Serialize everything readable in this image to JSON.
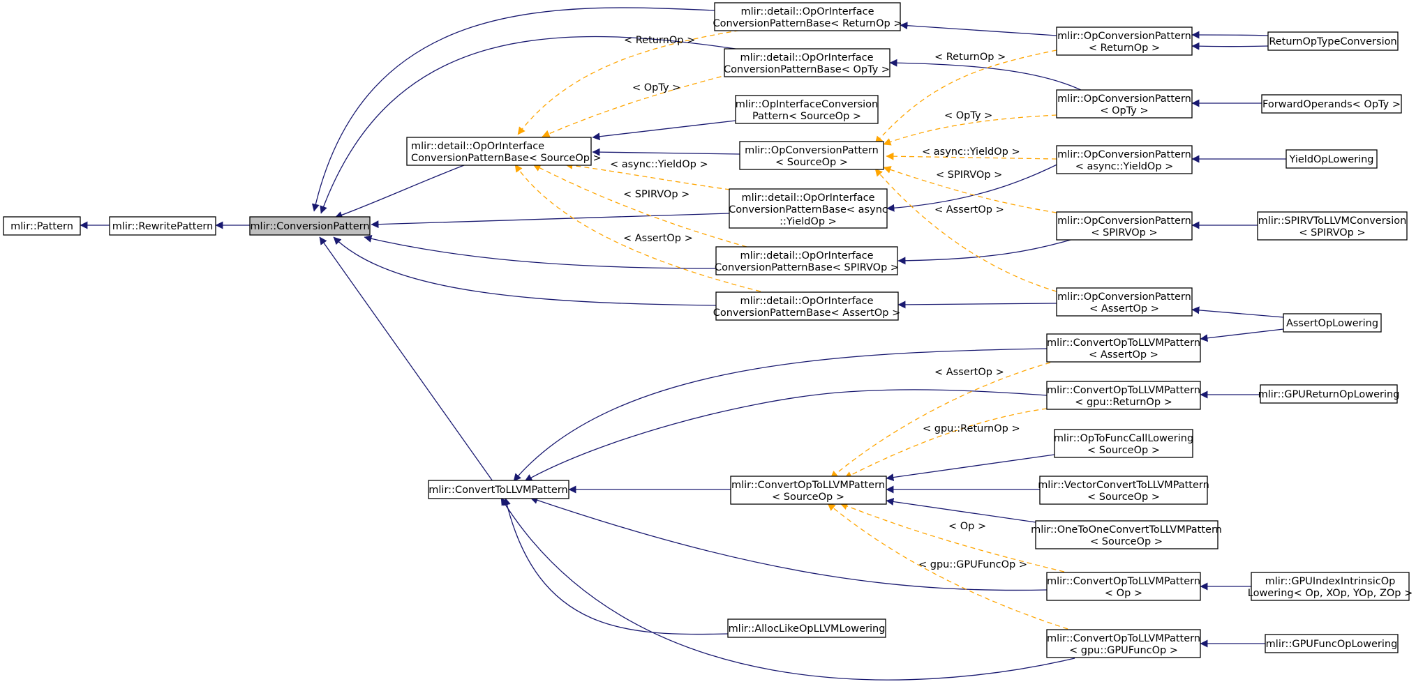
{
  "colors": {
    "inherit_edge": "#191970",
    "template_edge": "#FFA500",
    "highlight_fill": "#bfbfbf"
  },
  "nodes": {
    "pattern": [
      "mlir::Pattern"
    ],
    "rewrite_pattern": [
      "mlir::RewritePattern"
    ],
    "conversion_pattern": [
      "mlir::ConversionPattern"
    ],
    "base_sourceop": [
      "mlir::detail::OpOrInterface",
      "ConversionPatternBase< SourceOp >"
    ],
    "base_returnop": [
      "mlir::detail::OpOrInterface",
      "ConversionPatternBase< ReturnOp >"
    ],
    "base_opty": [
      "mlir::detail::OpOrInterface",
      "ConversionPatternBase< OpTy >"
    ],
    "opinterface_conv": [
      "mlir::OpInterfaceConversion",
      "Pattern< SourceOp >"
    ],
    "ocp_sourceop": [
      "mlir::OpConversionPattern",
      "< SourceOp >"
    ],
    "base_yieldop": [
      "mlir::detail::OpOrInterface",
      "ConversionPatternBase< async",
      "::YieldOp >"
    ],
    "base_spirvop": [
      "mlir::detail::OpOrInterface",
      "ConversionPatternBase< SPIRVOp >"
    ],
    "base_assertop": [
      "mlir::detail::OpOrInterface",
      "ConversionPatternBase< AssertOp >"
    ],
    "ocp_returnop": [
      "mlir::OpConversionPattern",
      "< ReturnOp >"
    ],
    "ocp_opty": [
      "mlir::OpConversionPattern",
      "< OpTy >"
    ],
    "ocp_yieldop": [
      "mlir::OpConversionPattern",
      "< async::YieldOp >"
    ],
    "ocp_spirvop": [
      "mlir::OpConversionPattern",
      "< SPIRVOp >"
    ],
    "ocp_assertop": [
      "mlir::OpConversionPattern",
      "< AssertOp >"
    ],
    "return_op_type_conv": [
      "ReturnOpTypeConversion"
    ],
    "forward_operands": [
      "ForwardOperands< OpTy >"
    ],
    "yield_op_lowering": [
      "YieldOpLowering"
    ],
    "spirv_to_llvm": [
      "mlir::SPIRVToLLVMConversion",
      "< SPIRVOp >"
    ],
    "assert_op_lowering": [
      "AssertOpLowering"
    ],
    "convert_to_llvm": [
      "mlir::ConvertToLLVMPattern"
    ],
    "coll_sourceop": [
      "mlir::ConvertOpToLLVMPattern",
      "< SourceOp >"
    ],
    "alloc_like": [
      "mlir::AllocLikeOpLLVMLowering"
    ],
    "coll_assertop": [
      "mlir::ConvertOpToLLVMPattern",
      "< AssertOp >"
    ],
    "coll_gpureturn": [
      "mlir::ConvertOpToLLVMPattern",
      "< gpu::ReturnOp >"
    ],
    "op_to_func_call": [
      "mlir::OpToFuncCallLowering",
      "< SourceOp >"
    ],
    "vector_convert": [
      "mlir::VectorConvertToLLVMPattern",
      "< SourceOp >"
    ],
    "one_to_one": [
      "mlir::OneToOneConvertToLLVMPattern",
      "< SourceOp >"
    ],
    "coll_op": [
      "mlir::ConvertOpToLLVMPattern",
      "< Op >"
    ],
    "coll_gpufunc": [
      "mlir::ConvertOpToLLVMPattern",
      "< gpu::GPUFuncOp >"
    ],
    "gpu_return_lowering": [
      "mlir::GPUReturnOpLowering"
    ],
    "gpu_index_intrinsic": [
      "mlir::GPUIndexIntrinsicOp",
      "Lowering< Op, XOp, YOp, ZOp >"
    ],
    "gpu_func_lowering": [
      "mlir::GPUFuncOpLowering"
    ]
  },
  "edge_labels": {
    "returnop": "< ReturnOp >",
    "opty_base": "< OpTy >",
    "yieldop_base": "< async::YieldOp >",
    "spirvop_base": "< SPIRVOp >",
    "assertop_base": "< AssertOp >",
    "returnop_ocp": "< ReturnOp >",
    "opty_ocp": "< OpTy >",
    "yieldop_ocp": "< async::YieldOp >",
    "spirvop_ocp": "< SPIRVOp >",
    "assertop_ocp": "< AssertOp >",
    "assertop_coll": "< AssertOp >",
    "gpureturn_coll": "< gpu::ReturnOp >",
    "op_coll": "< Op >",
    "gpufunc_coll": "< gpu::GPUFuncOp >"
  }
}
